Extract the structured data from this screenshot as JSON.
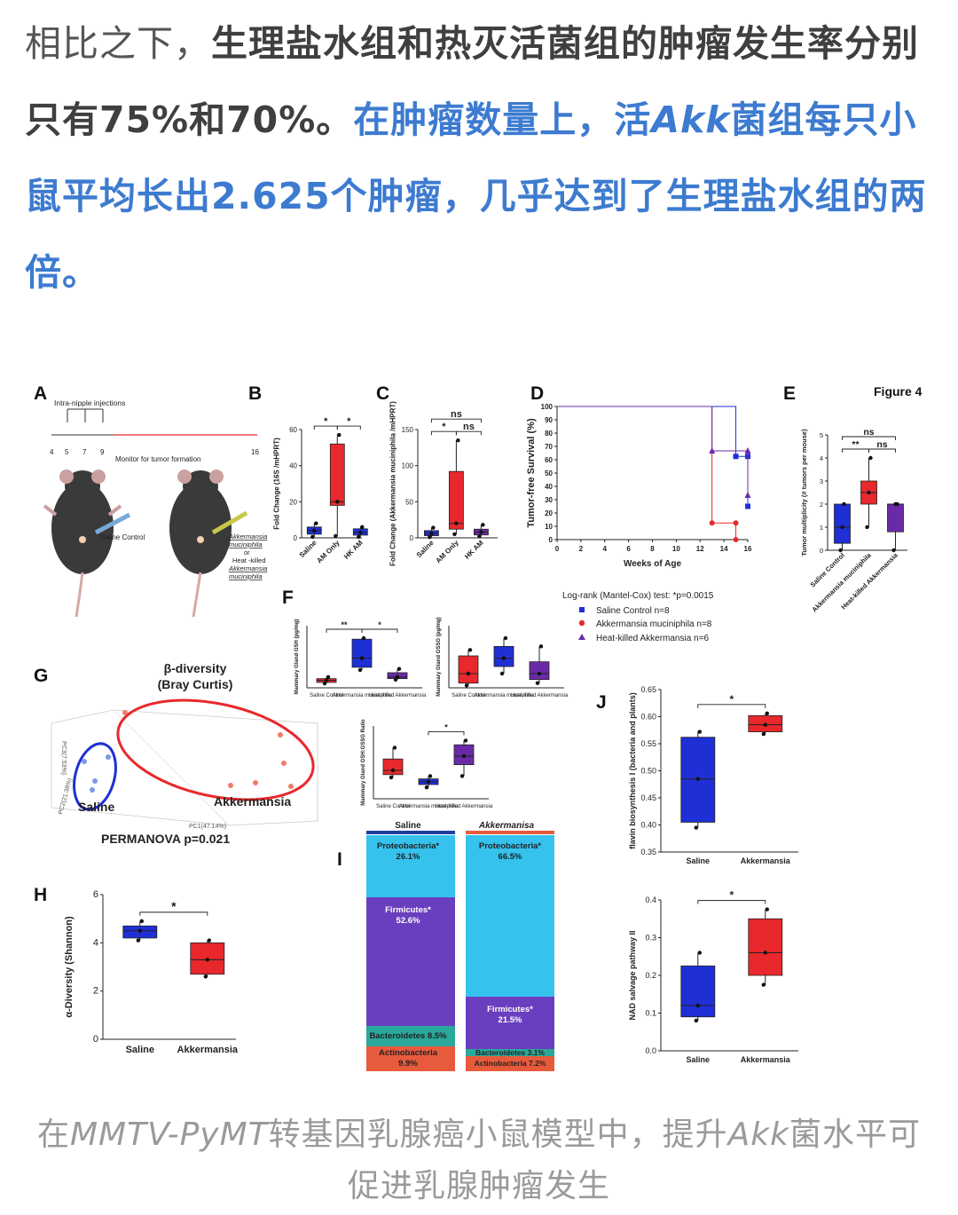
{
  "article": {
    "line1_plain": "相比之下，",
    "line1_bold": "生理盐水组和热灭活菌组的肿瘤发生率分别只有75%和70%。",
    "blue_a": "在肿瘤数量上，活",
    "blue_akk": "Akk",
    "blue_b": "菌组每只小鼠平均长出2.625个肿瘤，几乎达到了生理盐水组的两倍。"
  },
  "caption": {
    "a": "在",
    "model": "MMTV-PyMT",
    "b": "转基因乳腺癌小鼠模型中，提升",
    "akk": "Akk",
    "c": "菌水平可促进乳腺肿瘤发生"
  },
  "figure": {
    "title": "Figure 4",
    "panel_labels": [
      "A",
      "B",
      "C",
      "D",
      "E",
      "F",
      "G",
      "H",
      "I",
      "J"
    ],
    "panelA": {
      "injections": "Intra-nipple injections",
      "timeline": [
        "4",
        "5",
        "7",
        "9",
        "16"
      ],
      "monitor": "Monitor for tumor formation",
      "saline": "Saline Control",
      "akk1": "Akkermansia",
      "akk2": "muciniphila",
      "or": "or",
      "hk": "Heat -killed",
      "akk3": "Akkermansia",
      "akk4": "muciniphila"
    },
    "colors": {
      "blue": "#1f2fd6",
      "red": "#e8282c",
      "purple": "#6a2aa8",
      "cyan": "#35c3ee",
      "violet": "#6a3fbf",
      "teal": "#2aa89a",
      "orange": "#e85a3c"
    },
    "panelD": {
      "ylabel": "Tumor-free Survival (%)",
      "xlabel": "Weeks of Age",
      "test": "Log-rank (Mantel-Cox) test: *p=0.0015",
      "legend": [
        "Saline Control n=8",
        "Akkermansia muciniphila n=8",
        "Heat-killed Akkermansia n=6"
      ]
    },
    "panelG": {
      "title1": "β-diversity",
      "title2": "(Bray Curtis)",
      "saline": "Saline",
      "akk": "Akkermansia",
      "perm": "PERMANOVA p=0.021"
    },
    "panelI": {
      "saline": "Saline",
      "akk": "Akkermanisa",
      "s_proteo": "Proteobacteria*",
      "s_proteo_v": "26.1%",
      "s_firm": "Firmicutes*",
      "s_firm_v": "52.6%",
      "s_bact": "Bacteroidetes 8.5%",
      "s_actino": "Actinobacteria",
      "s_actino_v": "9.9%",
      "a_proteo": "Proteobacteria*",
      "a_proteo_v": "66.5%",
      "a_firm": "Firmicutes*",
      "a_firm_v": "21.5%",
      "a_bact": "Bacteroidetes 3.1%",
      "a_actino": "Actinobacteria 7.2%"
    }
  },
  "chart_data": [
    {
      "panel": "B",
      "type": "box",
      "categories": [
        "Saline",
        "AM Only",
        "HK AM"
      ],
      "ylabel": "Fold Change (16S /mHPRT)",
      "yticks": [
        "0",
        "20",
        "40",
        "60"
      ],
      "ylim": [
        0,
        60
      ],
      "boxes": [
        [
          0.5,
          2,
          4,
          6,
          8
        ],
        [
          1,
          18,
          20,
          52,
          57
        ],
        [
          0.5,
          1.5,
          3,
          5,
          6
        ]
      ],
      "colors": [
        "#1f2fd6",
        "#e8282c",
        "#1f2fd6"
      ],
      "sig": [
        [
          "*",
          "0-1"
        ],
        [
          "*",
          "1-2"
        ]
      ]
    },
    {
      "panel": "C",
      "type": "box",
      "categories": [
        "Saline",
        "AM Only",
        "HK AM"
      ],
      "ylabel": "Fold Change (Akkermansia muciniphila /mHPRT)",
      "yticks": [
        "0",
        "50",
        "100",
        "150"
      ],
      "ylim": [
        0,
        150
      ],
      "boxes": [
        [
          1,
          3,
          6,
          10,
          14
        ],
        [
          5,
          12,
          20,
          92,
          135
        ],
        [
          2,
          4,
          8,
          12,
          18
        ]
      ],
      "colors": [
        "#1f2fd6",
        "#e8282c",
        "#6a2aa8"
      ],
      "sig": [
        [
          "*",
          "0-1"
        ],
        [
          "ns",
          "1-2"
        ],
        [
          "ns",
          "0-2"
        ]
      ]
    },
    {
      "panel": "D",
      "type": "line",
      "xlabel": "Weeks of Age",
      "ylabel": "Tumor-free Survival (%)",
      "xticks": [
        "0",
        "2",
        "4",
        "6",
        "8",
        "10",
        "12",
        "14",
        "16"
      ],
      "yticks": [
        "0",
        "10",
        "20",
        "30",
        "40",
        "50",
        "60",
        "70",
        "80",
        "90",
        "100"
      ],
      "xlim": [
        0,
        16
      ],
      "ylim": [
        0,
        100
      ],
      "series": [
        {
          "name": "Saline Control n=8",
          "color": "#1f2fd6",
          "points": [
            [
              0,
              100
            ],
            [
              15,
              100
            ],
            [
              15,
              62.5
            ],
            [
              16,
              62.5
            ],
            [
              16,
              25
            ]
          ]
        },
        {
          "name": "Akkermansia muciniphila n=8",
          "color": "#e8282c",
          "points": [
            [
              0,
              100
            ],
            [
              13,
              100
            ],
            [
              13,
              12.5
            ],
            [
              15,
              12.5
            ],
            [
              15,
              0
            ]
          ]
        },
        {
          "name": "Heat-killed Akkermansia n=6",
          "color": "#6a2aa8",
          "points": [
            [
              0,
              100
            ],
            [
              13,
              100
            ],
            [
              13,
              66.7
            ],
            [
              16,
              66.7
            ],
            [
              16,
              33.3
            ]
          ]
        }
      ]
    },
    {
      "panel": "E",
      "type": "box",
      "categories": [
        "Saline Control",
        "Akkermansia muciniphila",
        "Heat-killed Akkermansia"
      ],
      "ylabel": "Tumor multiplicity (# tumors per mouse)",
      "yticks": [
        "0",
        "1",
        "2",
        "3",
        "4",
        "5"
      ],
      "ylim": [
        0,
        5
      ],
      "boxes": [
        [
          0,
          0.3,
          1,
          2,
          2
        ],
        [
          1,
          2,
          2.5,
          3,
          4
        ],
        [
          0,
          0.8,
          2,
          2,
          2
        ]
      ],
      "colors": [
        "#1f2fd6",
        "#e8282c",
        "#6a2aa8"
      ],
      "sig": [
        [
          "**",
          "0-1"
        ],
        [
          "ns",
          "1-2"
        ],
        [
          "ns",
          "0-2"
        ]
      ]
    },
    {
      "panel": "F1",
      "type": "box",
      "categories": [
        "Saline Control",
        "Akkermansia muciniphila",
        "Heat-killed Akkermansia"
      ],
      "ylabel": "Mammary Gland GSH (pg/mg)",
      "boxes": [
        [
          8,
          10,
          14,
          17,
          20
        ],
        [
          33,
          38,
          55,
          90,
          92
        ],
        [
          15,
          17,
          20,
          28,
          35
        ]
      ],
      "colors": [
        "#e8282c",
        "#1f2fd6",
        "#6a2aa8"
      ],
      "sig": [
        [
          "**",
          "0-1"
        ],
        [
          "*",
          "1-2"
        ]
      ]
    },
    {
      "panel": "F2",
      "type": "box",
      "categories": [
        "Saline Control",
        "Akkermansia muciniphila",
        "Heat-killed Akkermansia"
      ],
      "ylabel": "Mammary Gland GSSG (pg/mg)",
      "boxes": [
        [
          2,
          4,
          12,
          27,
          32
        ],
        [
          12,
          18,
          25,
          35,
          42
        ],
        [
          4,
          7,
          12,
          22,
          35
        ]
      ],
      "colors": [
        "#e8282c",
        "#1f2fd6",
        "#6a2aa8"
      ],
      "sig": []
    },
    {
      "panel": "F3",
      "type": "box",
      "categories": [
        "Saline Control",
        "Akkermansia muciniphila",
        "Heat-killed Akkermansia"
      ],
      "ylabel": "Mammary Gland GSH:GSSG Ratio",
      "boxes": [
        [
          1.5,
          1.7,
          2.0,
          2.8,
          3.6
        ],
        [
          0.8,
          1.0,
          1.2,
          1.4,
          1.6
        ],
        [
          1.6,
          2.4,
          3.0,
          3.8,
          4.1
        ]
      ],
      "colors": [
        "#e8282c",
        "#1f2fd6",
        "#6a2aa8"
      ],
      "sig": [
        [
          "*",
          "1-2"
        ]
      ]
    },
    {
      "panel": "G",
      "type": "scatter",
      "xlabel": "PC1(47.14%)",
      "ylabel": "PC2(21.38%)",
      "zlabel": "PC3(7.53%)",
      "series": [
        {
          "name": "Saline",
          "color": "#5a7fe0"
        },
        {
          "name": "Akkermansia",
          "color": "#f07a6a"
        }
      ]
    },
    {
      "panel": "H",
      "type": "box",
      "categories": [
        "Saline",
        "Akkermansia"
      ],
      "ylabel": "α-Diversity (Shannon)",
      "yticks": [
        "0",
        "2",
        "4",
        "6"
      ],
      "ylim": [
        0,
        6
      ],
      "boxes": [
        [
          4.1,
          4.2,
          4.5,
          4.7,
          4.9
        ],
        [
          2.6,
          2.7,
          3.3,
          4.0,
          4.1
        ]
      ],
      "colors": [
        "#1f2fd6",
        "#e8282c"
      ],
      "sig": [
        [
          "*",
          "0-1"
        ]
      ]
    },
    {
      "panel": "I",
      "type": "bar",
      "categories": [
        "Saline",
        "Akkermanisa"
      ],
      "series": [
        {
          "name": "Proteobacteria",
          "values": [
            26.1,
            66.5
          ]
        },
        {
          "name": "Firmicutes",
          "values": [
            52.6,
            21.5
          ]
        },
        {
          "name": "Bacteroidetes",
          "values": [
            8.5,
            3.1
          ]
        },
        {
          "name": "Actinobacteria",
          "values": [
            9.9,
            7.2
          ]
        }
      ]
    },
    {
      "panel": "J1",
      "type": "box",
      "categories": [
        "Saline",
        "Akkermansia"
      ],
      "ylabel": "flavin biosynthesis I (bacteria and plants)",
      "yticks": [
        "0.35",
        "0.40",
        "0.45",
        "0.50",
        "0.55",
        "0.60",
        "0.65"
      ],
      "ylim": [
        0.35,
        0.65
      ],
      "boxes": [
        [
          0.395,
          0.405,
          0.485,
          0.562,
          0.572
        ],
        [
          0.568,
          0.572,
          0.585,
          0.602,
          0.606
        ]
      ],
      "colors": [
        "#1f2fd6",
        "#e8282c"
      ],
      "sig": [
        [
          "*",
          "0-1"
        ]
      ]
    },
    {
      "panel": "J2",
      "type": "box",
      "categories": [
        "Saline",
        "Akkermansia"
      ],
      "ylabel": "NAD salvage pathway II",
      "yticks": [
        "0.0",
        "0.1",
        "0.2",
        "0.3",
        "0.4"
      ],
      "ylim": [
        0,
        0.4
      ],
      "boxes": [
        [
          0.08,
          0.09,
          0.12,
          0.225,
          0.26
        ],
        [
          0.175,
          0.2,
          0.26,
          0.35,
          0.375
        ]
      ],
      "colors": [
        "#1f2fd6",
        "#e8282c"
      ],
      "sig": [
        [
          "*",
          "0-1"
        ]
      ]
    }
  ]
}
